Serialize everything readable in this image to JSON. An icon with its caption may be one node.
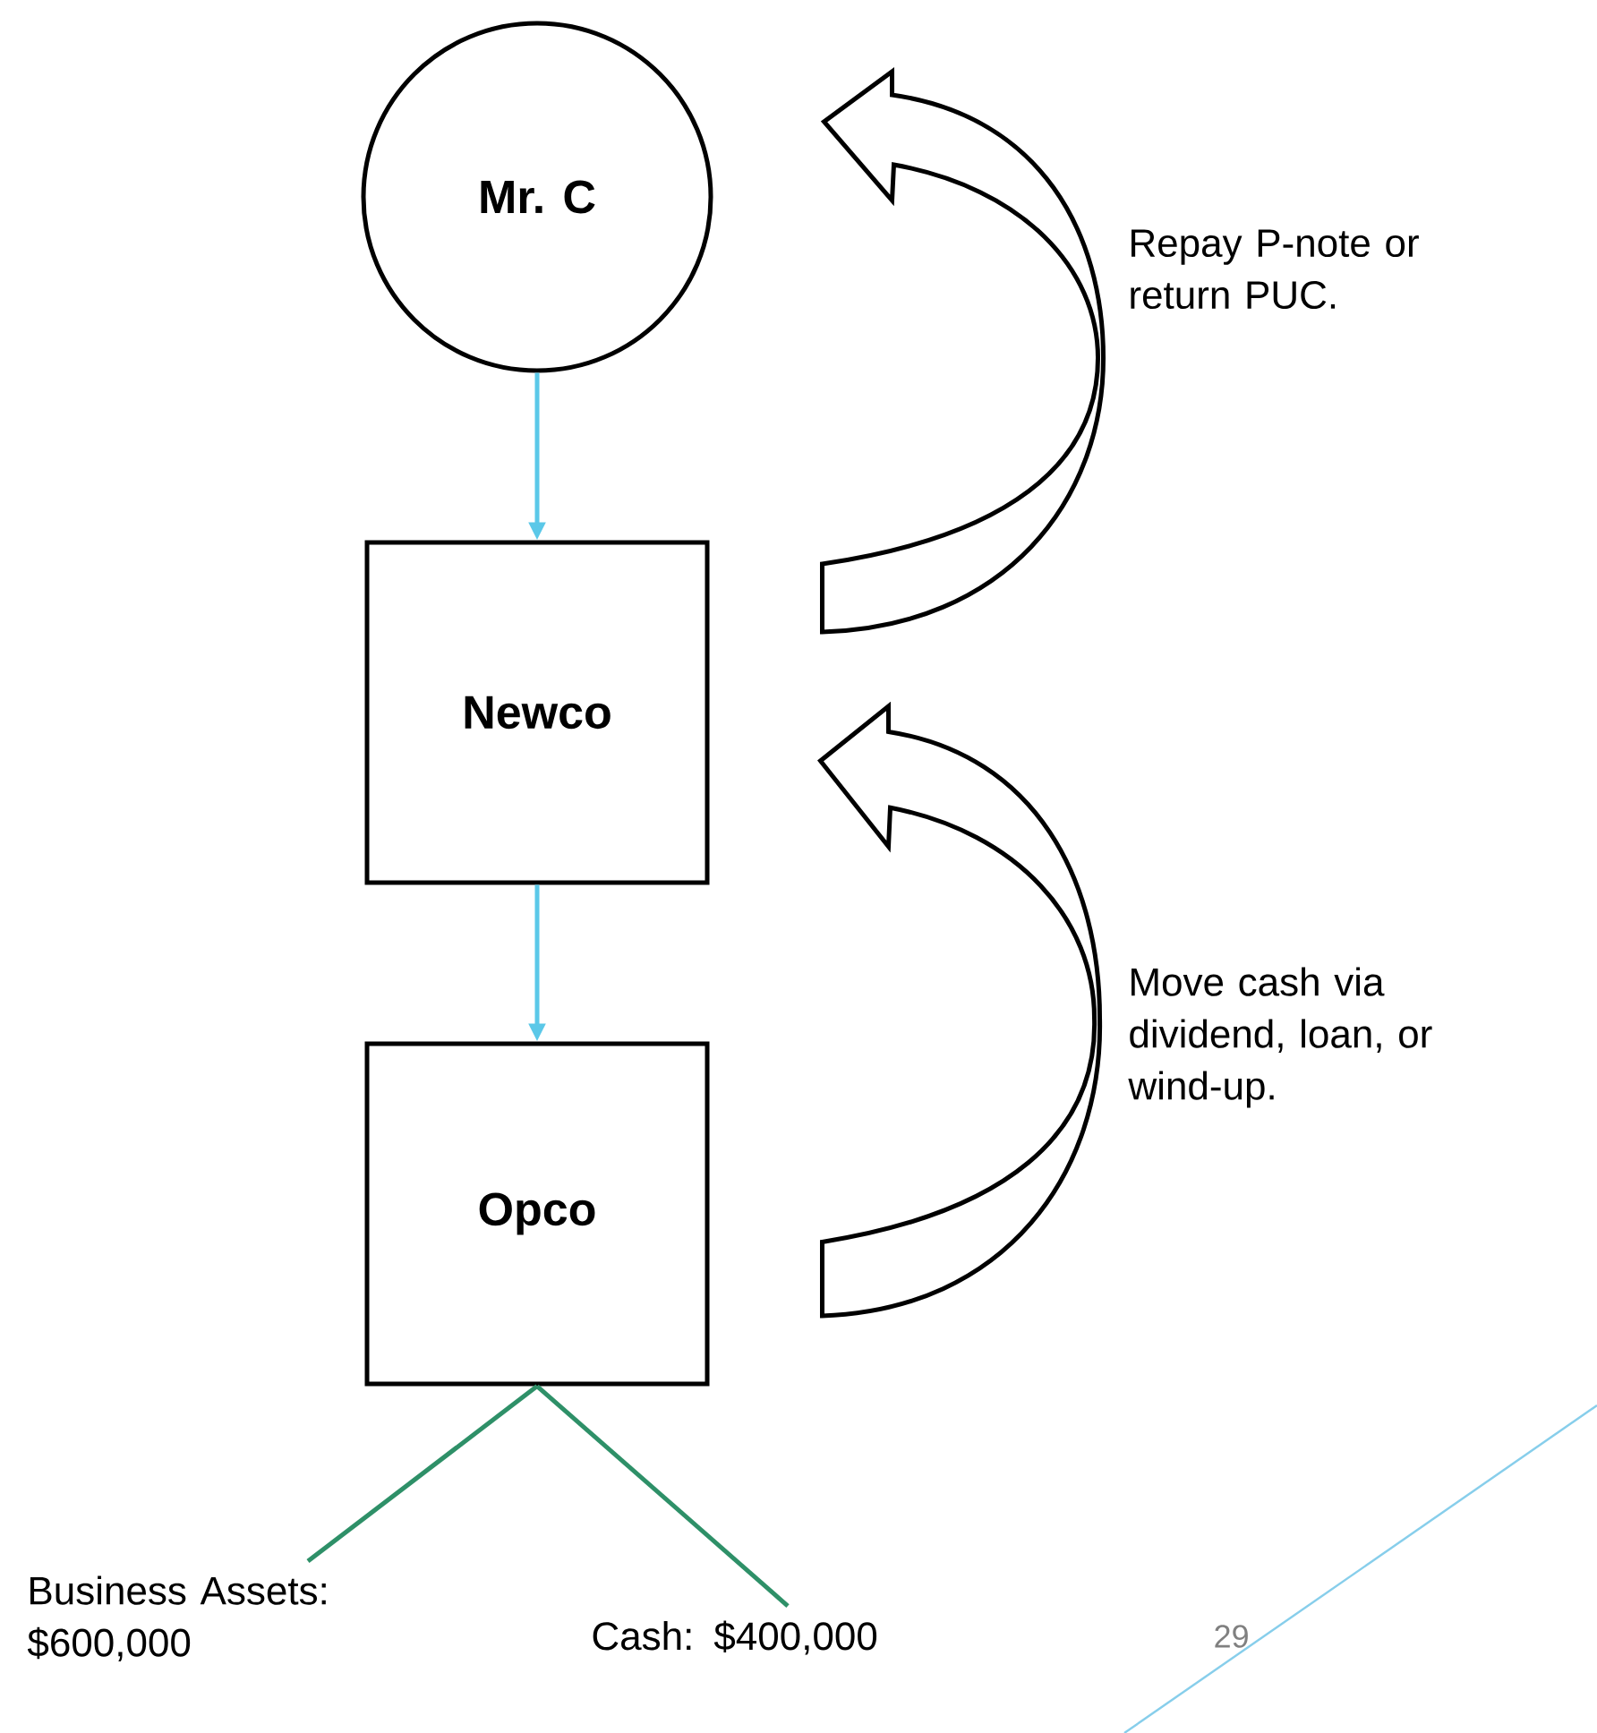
{
  "diagram": {
    "nodes": [
      {
        "text": [
          "Mr. C"
        ]
      },
      {
        "text": [
          "Newco"
        ]
      },
      {
        "text": [
          "Opco"
        ]
      },
      {
        "text": [
          "Business Assets: $600,000"
        ]
      },
      {
        "text": [
          "Cash: $400,000"
        ]
      }
    ],
    "edges": [
      {
        "from": 0,
        "to": 1,
        "arrow": "to",
        "color": "#5bc8e8"
      },
      {
        "from": 1,
        "to": 2,
        "arrow": "to",
        "color": "#5bc8e8"
      },
      {
        "from": 2,
        "to": 3,
        "arrow": "none",
        "color": "#2e9068"
      },
      {
        "from": 2,
        "to": 4,
        "arrow": "none",
        "color": "#2e9068"
      },
      {
        "from": 1,
        "to": 0,
        "arrow": "to",
        "label": "Repay P-note or return PUC.",
        "color": "#000000"
      },
      {
        "from": 2,
        "to": 1,
        "arrow": "to",
        "label": "Move cash via dividend, loan, or wind-up.",
        "color": "#000000"
      }
    ],
    "labels": [
      "29"
    ]
  }
}
